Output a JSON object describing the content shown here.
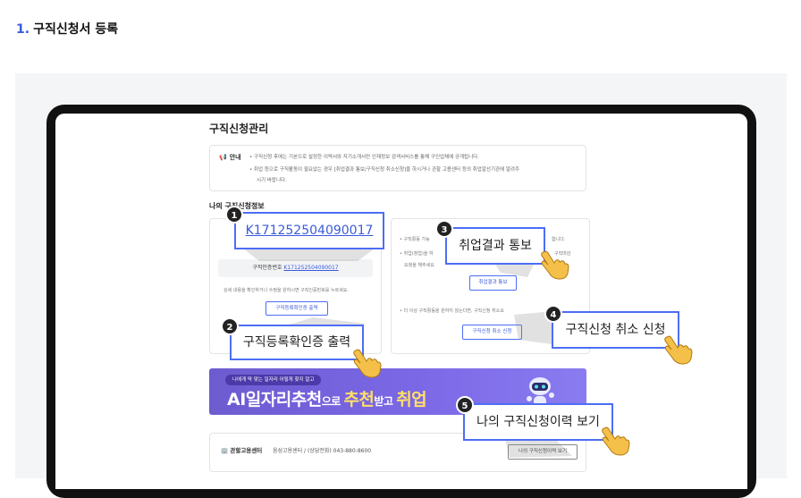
{
  "heading": {
    "number": "1.",
    "title": "구직신청서 등록"
  },
  "page": {
    "title": "구직신청관리"
  },
  "notice": {
    "label": "안내",
    "lines": [
      "• 구직신청 후에는 기본으로 설정한 이력서와 자기소개서만 인재정보 검색서비스를 통해 구인업체에 공개됩니다.",
      "• 취업 등으로 구직활동이 필요없는 경우 [취업결과 통보/구직신청 취소신청]을 하시거나 관할 고용센터 등의 취업알선기관에 알려주",
      "시기 바랍니다."
    ]
  },
  "section": {
    "title": "나의 구직신청정보"
  },
  "left_card": {
    "cert_label": "구직인증번호",
    "cert_number": "K171252504090017",
    "desc": "상세 내용을 확인하거나 수정을 원하시면 구직인증번호를 누르세요.",
    "print_button": "구직등록확인증 출력"
  },
  "right_card": {
    "line1": "• 구직활동 가능",
    "line1_end": "합니다.",
    "line2": "• 취업(창업)을 하",
    "line2_end": "구직마감",
    "line3": "요청을 해주세요",
    "result_button": "취업결과 통보",
    "line4": "• 더 이상 구직활동을 원하지 않는다면, 구직신청 취소요",
    "cancel_button": "구직신청 취소 신청"
  },
  "banner": {
    "pill": "나에게 딱 맞는 일자리 어떻게 찾지 알고",
    "big_a": "AI일자리추천",
    "big_b": "으로 ",
    "big_c": "추천",
    "big_d": "받고 ",
    "big_e": "취업"
  },
  "office": {
    "label": "관할고용센터",
    "value": "음성고용센터 / (상담전화) 043-880-8600",
    "history_button": "나의 구직신청이력 보기"
  },
  "callouts": [
    {
      "number": "1",
      "text": "K171252504090017"
    },
    {
      "number": "2",
      "text": "구직등록확인증 출력"
    },
    {
      "number": "3",
      "text": "취업결과 통보"
    },
    {
      "number": "4",
      "text": "구직신청 취소 신청"
    },
    {
      "number": "5",
      "text": "나의 구직신청이력 보기"
    }
  ],
  "colors": {
    "accent": "#4c6ef5",
    "link": "#3b5bdb",
    "banner": "#7b68e6",
    "hand": "#f5c04a"
  },
  "icons": {
    "notice": "megaphone-icon",
    "office": "building-icon",
    "pointer": "pointing-hand-icon"
  }
}
